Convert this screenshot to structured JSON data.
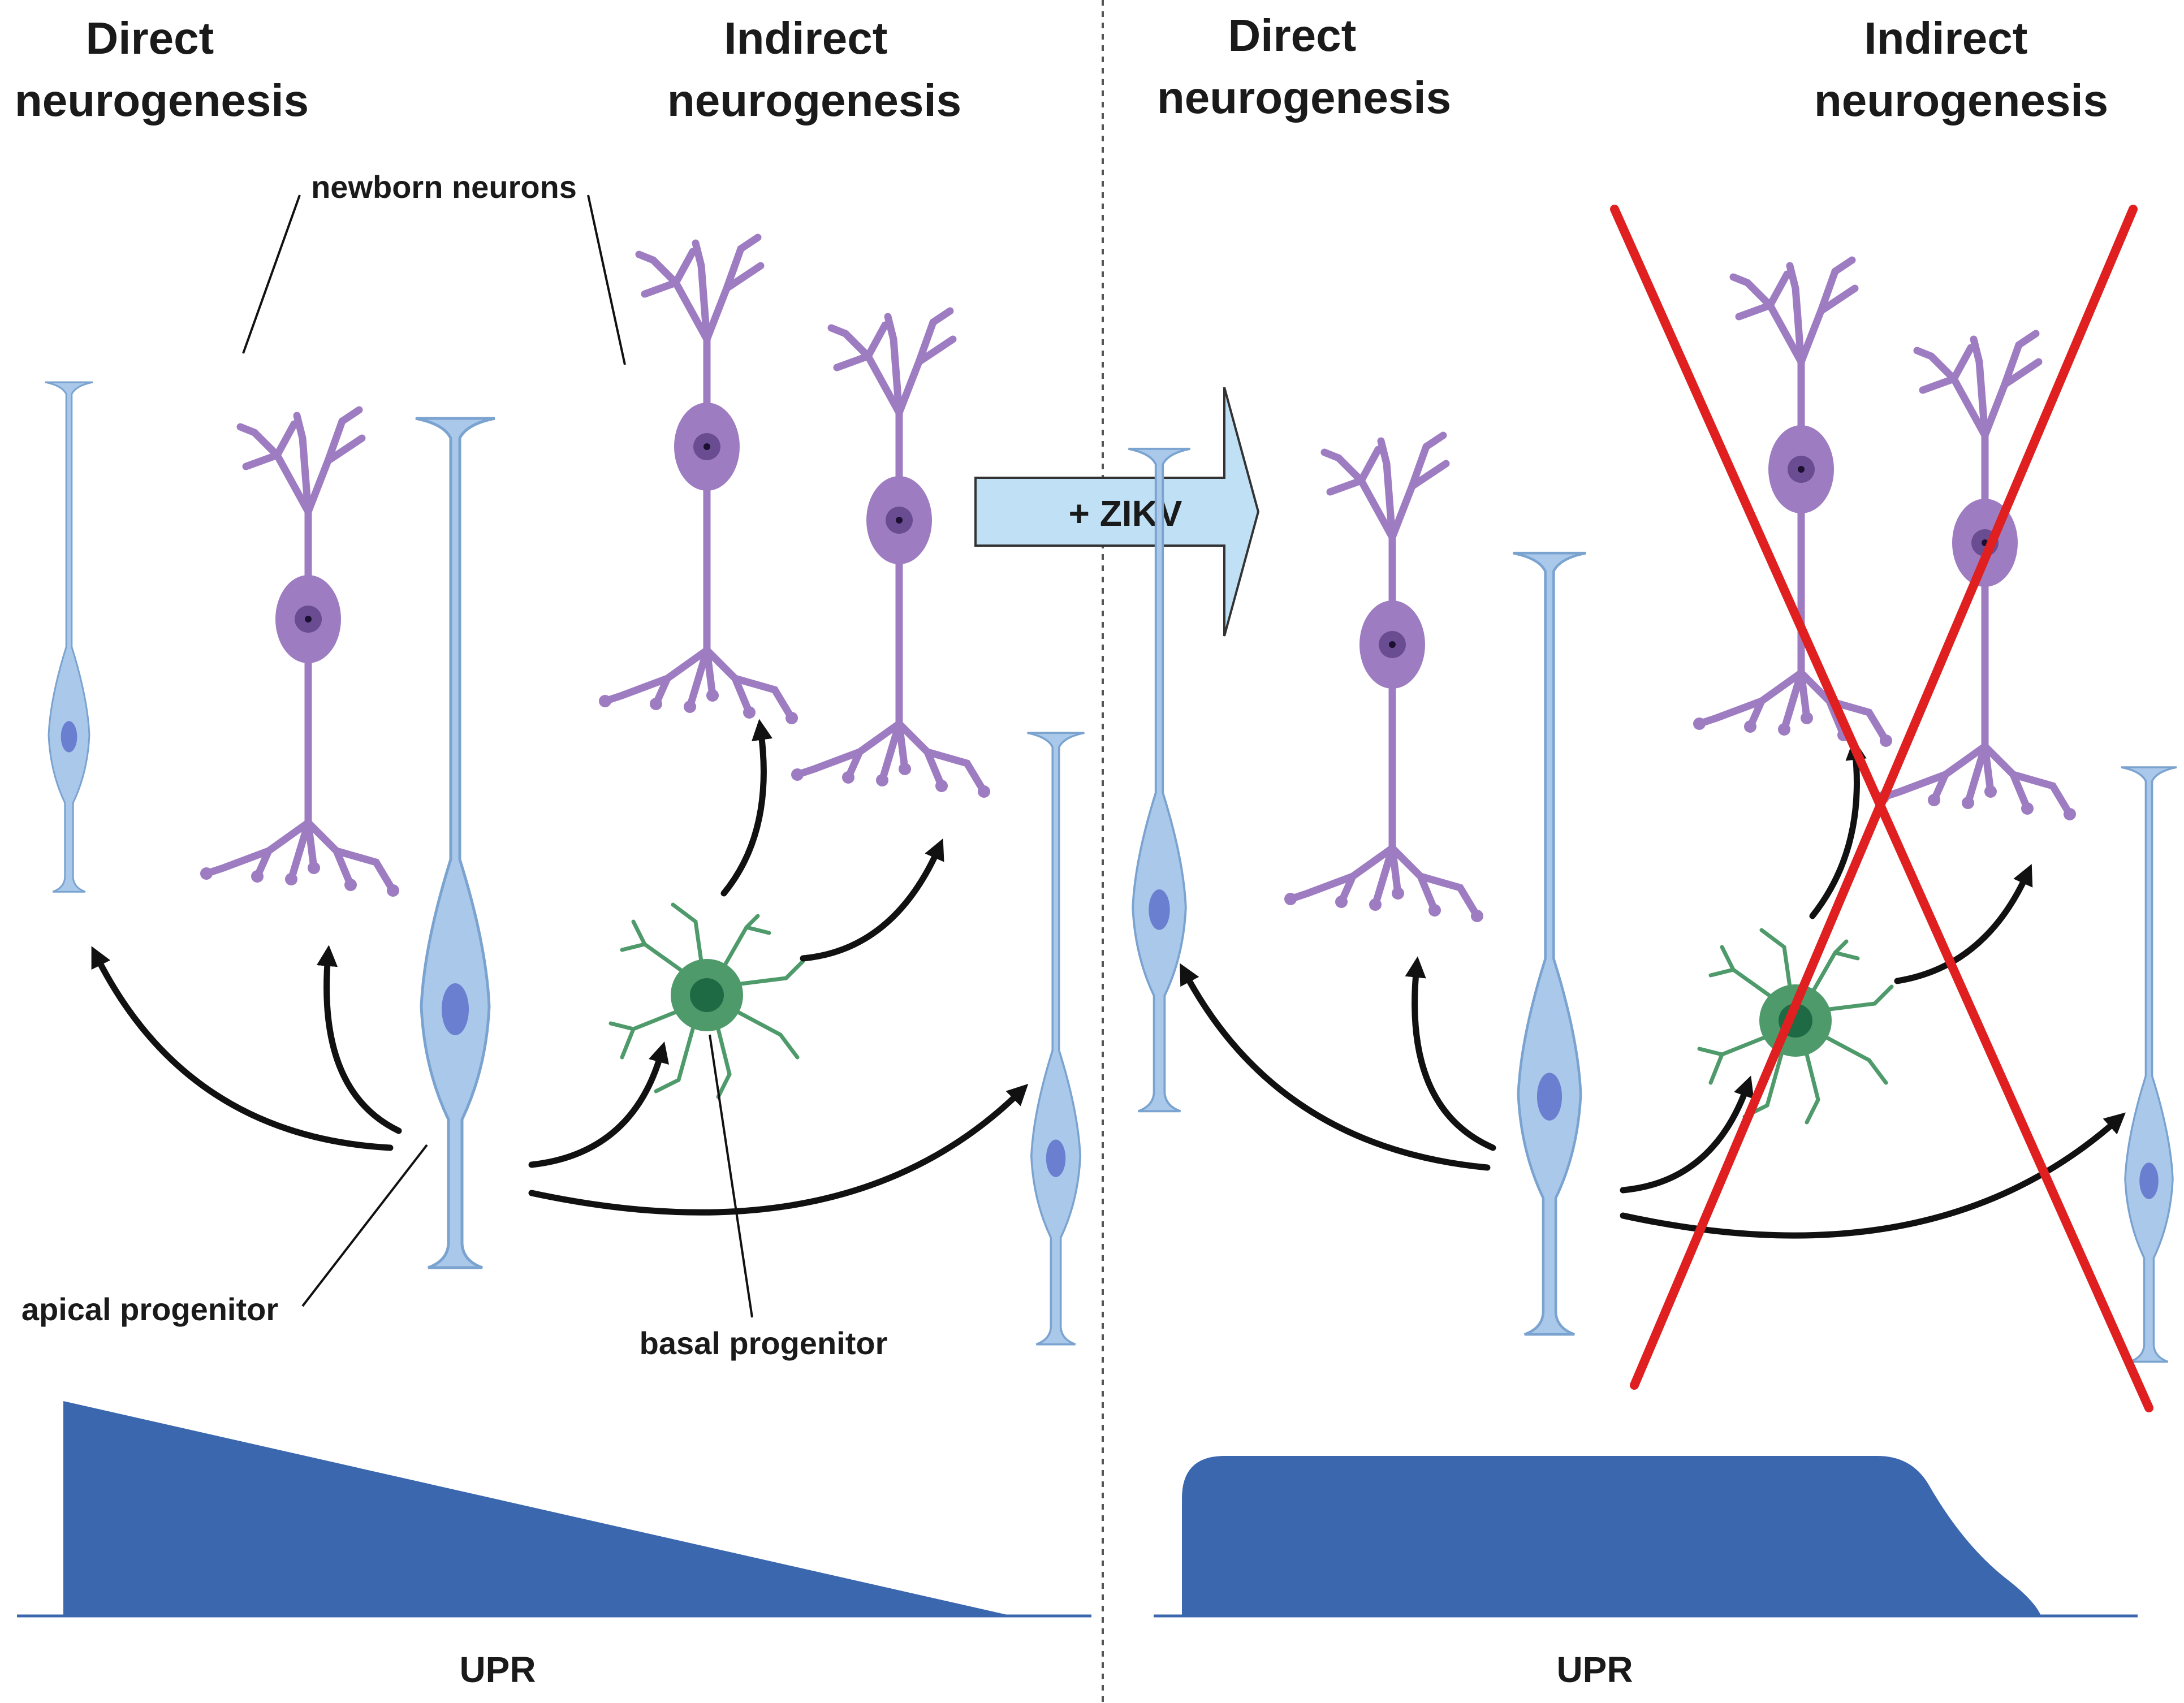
{
  "left_panel": {
    "heading_direct": [
      "Direct",
      "neurogenesis"
    ],
    "heading_indirect": [
      "Indirect",
      "neurogenesis"
    ],
    "label_newborn": "newborn neurons",
    "label_apical": "apical progenitor",
    "label_basal": "basal progenitor",
    "label_upr": "UPR"
  },
  "right_panel": {
    "heading_direct": [
      "Direct",
      "neurogenesis"
    ],
    "heading_indirect": [
      "Indirect",
      "neurogenesis"
    ],
    "label_upr": "UPR"
  },
  "arrow_label": "+ ZIKV",
  "colors": {
    "neuron": "#9e7cc1",
    "neuron_nucleus": "#6a4c93",
    "progenitor": "#aac9ea",
    "progenitor_outline": "#7ba3d0",
    "progenitor_nucleus": "#6a7fd0",
    "basal": "#4f9a6b",
    "upr_fill": "#3a67ae",
    "cross": "#e02020",
    "zikv_arrow": "#bfe0f5"
  }
}
